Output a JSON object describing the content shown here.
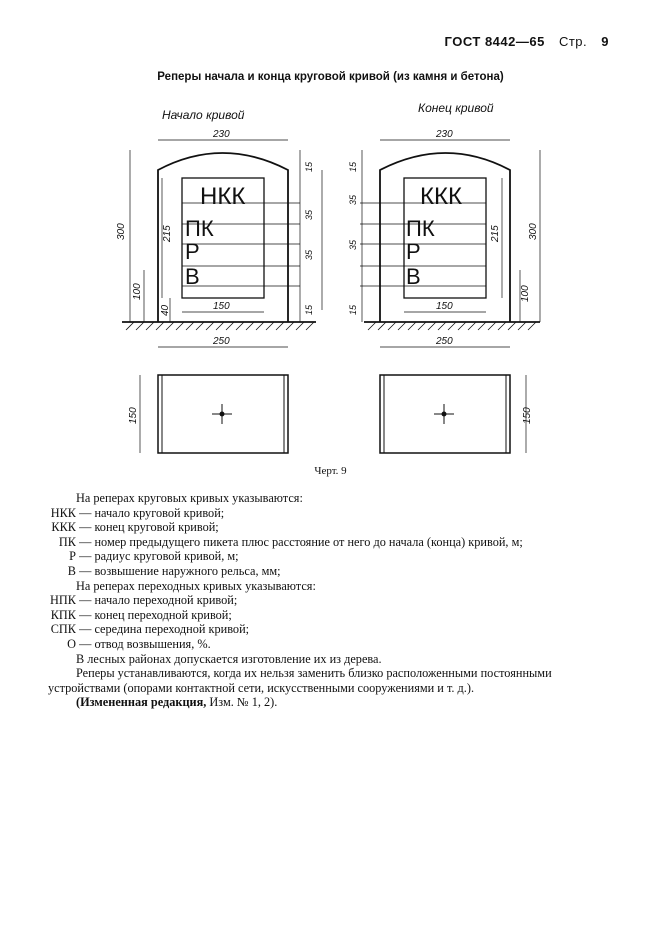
{
  "header": {
    "standard": "ГОСТ 8442—65",
    "page_label": "Стр.",
    "page_number": "9"
  },
  "title": "Реперы начала и конца круговой кривой (из камня и бетона)",
  "drawing": {
    "left_caption": "Начало кривой",
    "right_caption": "Конец кривой",
    "left_marks": [
      "НКК",
      "ПК",
      "Р",
      "В"
    ],
    "right_marks": [
      "ККК",
      "ПК",
      "Р",
      "В"
    ],
    "dims": {
      "width_top": "230",
      "width_inner": "150",
      "width_base": "250",
      "height_total": "300",
      "height_inner": "215",
      "height_ground": "100",
      "height_bottom": "40",
      "d15": "15",
      "d35": "35",
      "plan_width": "150"
    }
  },
  "figure_caption": "Черт. 9",
  "text": {
    "intro1": "На реперах круговых кривых указываются:",
    "defs1": [
      {
        "abbr": "НКК",
        "desc": " — начало круговой кривой;"
      },
      {
        "abbr": "ККК",
        "desc": " — конец круговой кривой;"
      },
      {
        "abbr": "ПК",
        "desc": " — номер предыдущего пикета плюс расстояние от него до начала (конца) кривой, м;"
      },
      {
        "abbr": "Р",
        "desc": " — радиус круговой кривой, м;"
      },
      {
        "abbr": "В",
        "desc": " — возвышение наружного рельса, мм;"
      }
    ],
    "intro2": "На реперах переходных кривых указываются:",
    "defs2": [
      {
        "abbr": "НПК",
        "desc": " — начало переходной кривой;"
      },
      {
        "abbr": "КПК",
        "desc": " — конец переходной кривой;"
      },
      {
        "abbr": "СПК",
        "desc": " — середина переходной кривой;"
      },
      {
        "abbr": "О",
        "desc": " — отвод возвышения, %."
      }
    ],
    "p_forest": "В лесных районах допускается изготовление их из дерева.",
    "p_install1": "Реперы устанавливаются, когда их нельзя заменить близко расположенными постоянными",
    "p_install2": "устройствами (опорами контактной сети, искусственными сооружениями и т. д.).",
    "p_edit_bold": "(Измененная редакция,",
    "p_edit_rest": " Изм. № 1, 2)."
  }
}
